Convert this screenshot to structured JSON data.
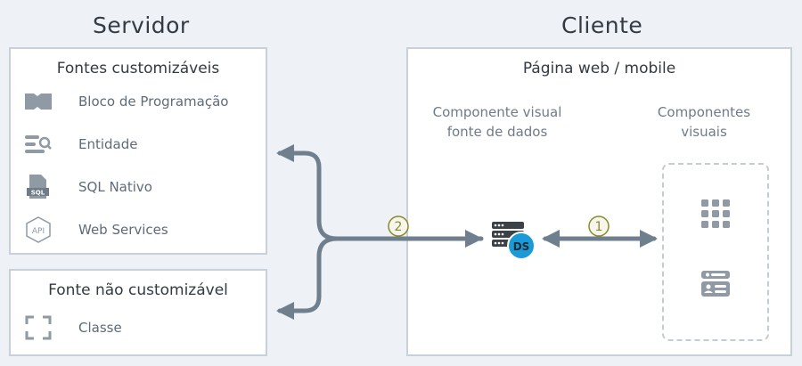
{
  "server": {
    "title": "Servidor",
    "custom_box": {
      "title": "Fontes customizáveis",
      "items": [
        {
          "label": "Bloco de Programação",
          "icon": "block-icon"
        },
        {
          "label": "Entidade",
          "icon": "entity-search-icon"
        },
        {
          "label": "SQL Nativo",
          "icon": "sql-file-icon"
        },
        {
          "label": "Web Services",
          "icon": "api-icon"
        }
      ]
    },
    "noncustom_box": {
      "title": "Fonte não customizável",
      "items": [
        {
          "label": "Classe",
          "icon": "class-frame-icon"
        }
      ]
    }
  },
  "client": {
    "title": "Cliente",
    "page_box": {
      "title": "Página web / mobile",
      "datasource_label_line1": "Componente visual",
      "datasource_label_line2": "fonte de dados",
      "components_label_line1": "Componentes",
      "components_label_line2": "visuais",
      "ds_badge": "DS"
    }
  },
  "connectors": {
    "step_server": "2",
    "step_client": "1"
  },
  "colors": {
    "arrow": "#6f7f8e",
    "step_circle": "#8a8a2a",
    "icon": "#8f9aa5",
    "ds_badge": "#1a9ad6"
  }
}
